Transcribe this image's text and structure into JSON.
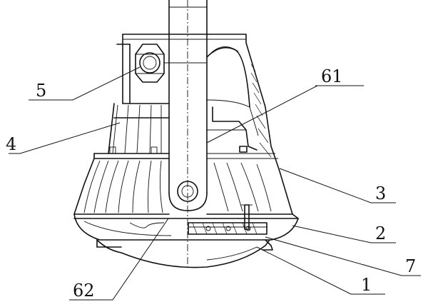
{
  "callouts": {
    "c5": "5",
    "c61": "61",
    "c4": "4",
    "c3": "3",
    "c2": "2",
    "c7": "7",
    "c62": "62",
    "c1": "1"
  },
  "colors": {
    "line": "#111111",
    "background": "#ffffff"
  }
}
